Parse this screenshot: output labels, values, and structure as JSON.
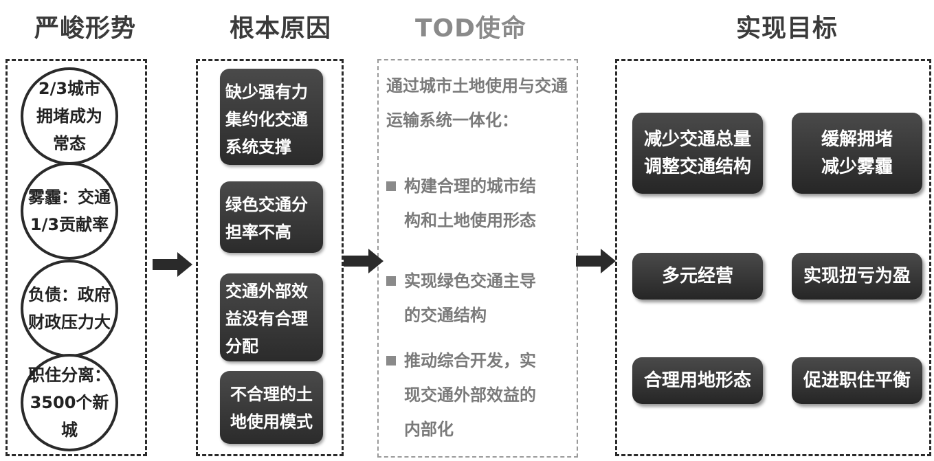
{
  "columns": {
    "situation_title": "严峻形势",
    "cause_title": "根本原因",
    "mission_title": "TOD使命",
    "goal_title": "实现目标"
  },
  "situation": [
    "2/3城市\n拥堵成为\n常态",
    "雾霾：交通\n1/3贡献率",
    "负债：政府\n财政压力大",
    "职住分离：\n3500个新\n城"
  ],
  "causes": [
    "缺少强有力\n集约化交通\n系统支撑",
    "绿色交通分\n担率不高",
    "交通外部效\n益没有合理\n分配",
    "不合理的土\n地使用模式"
  ],
  "mission": {
    "intro": "通过城市土地使用与交通运输系统一体化：",
    "bullets": [
      "构建合理的城市结\n构和土地使用形态",
      "实现绿色交通主导\n的交通结构",
      "推动综合开发，实\n现交通外部效益的\n内部化"
    ]
  },
  "goals": [
    "减少交通总量\n调整交通结构",
    "缓解拥堵\n减少雾霾",
    "多元经营",
    "实现扭亏为盈",
    "合理用地形态",
    "促进职住平衡"
  ]
}
